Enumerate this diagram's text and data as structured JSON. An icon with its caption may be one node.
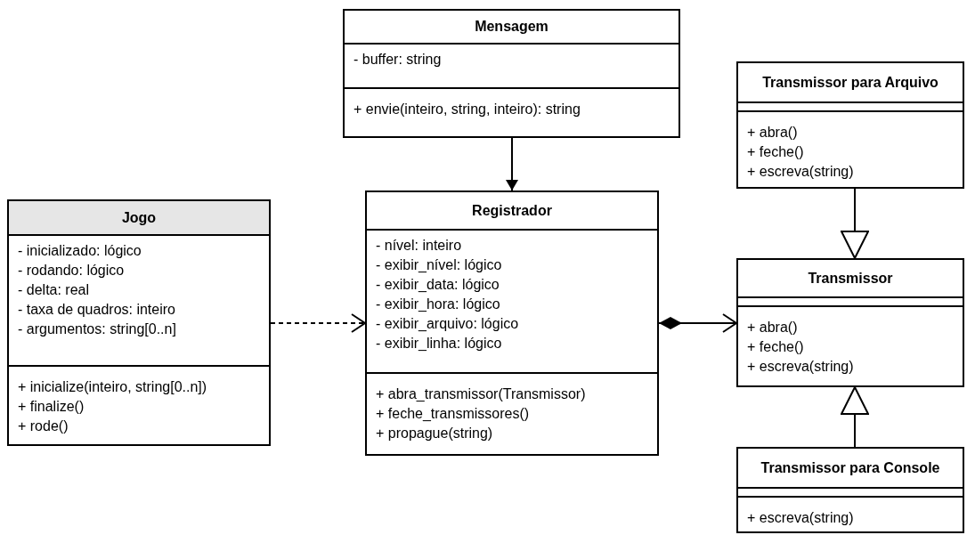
{
  "diagram": {
    "nodes": [
      {
        "text": [
          "Mensagem",
          "- buffer: string",
          "+ envie(inteiro, string, inteiro): string"
        ]
      },
      {
        "text": [
          "Transmissor para Arquivo",
          "+ abra()",
          "+ feche()",
          "+ escreva(string)"
        ]
      },
      {
        "text": [
          "Jogo",
          "- inicializado: lógico",
          "- rodando: lógico",
          "- delta: real",
          "- taxa de quadros: inteiro",
          "- argumentos: string[0..n]",
          "+ inicialize(inteiro, string[0..n])",
          "+ finalize()",
          "+ rode()"
        ]
      },
      {
        "text": [
          "Registrador",
          "- nível: inteiro",
          "- exibir_nível: lógico",
          "- exibir_data: lógico",
          "- exibir_hora: lógico",
          "- exibir_arquivo: lógico",
          "- exibir_linha: lógico",
          "+ abra_transmissor(Transmissor)",
          "+ feche_transmissores()",
          "+ propague(string)"
        ]
      },
      {
        "text": [
          "Transmissor",
          "+ abra()",
          "+ feche()",
          "+ escreva(string)"
        ]
      },
      {
        "text": [
          "Transmissor para Console",
          "+ escreva(string)"
        ]
      }
    ],
    "edges": [
      {
        "from": 0,
        "to": 3,
        "arrow": "to"
      },
      {
        "from": 2,
        "to": 3,
        "arrow": "to",
        "style": "dashed"
      },
      {
        "from": 3,
        "to": 4,
        "arrow": "to"
      },
      {
        "from": 1,
        "to": 4,
        "arrow": "to"
      },
      {
        "from": 5,
        "to": 4,
        "arrow": "to"
      }
    ]
  }
}
